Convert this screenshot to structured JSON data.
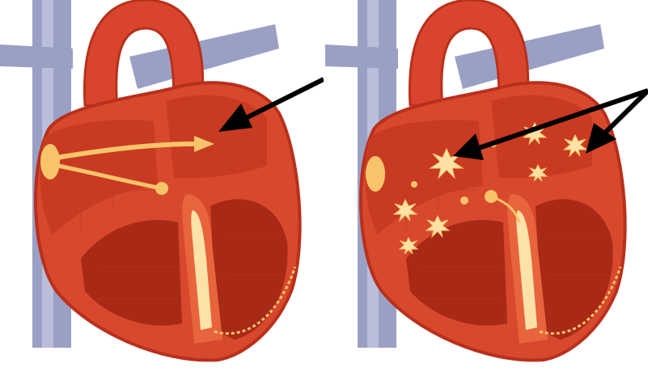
{
  "figure": {
    "panels": [
      {
        "id": "normal-conduction",
        "signal": "single-pathway",
        "arrows": 1
      },
      {
        "id": "chaotic-conduction",
        "signal": "multiple-sparks",
        "arrows": 2
      }
    ]
  },
  "colors": {
    "heart_outer": "#d8482c",
    "heart_edge": "#b8301c",
    "chamber": "#c93a22",
    "chamber_dark": "#a82a16",
    "septum": "#e8643c",
    "vein": "#9aa0c4",
    "vein_light": "#b9bedb",
    "aorta": "#d9452c",
    "signal": "#f7c46a",
    "signal_light": "#fde2a8",
    "arrow": "#000000"
  }
}
